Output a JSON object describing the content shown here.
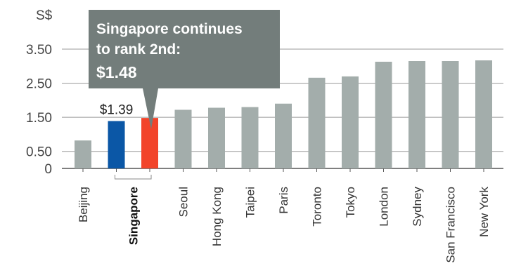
{
  "chart_data": {
    "type": "bar",
    "y_unit_label": "S$",
    "categories": [
      "Beijing",
      "Singapore",
      "",
      "Seoul",
      "Hong Kong",
      "Taipei",
      "Paris",
      "Toronto",
      "Tokyo",
      "London",
      "Sydney",
      "San Francisco",
      "New York"
    ],
    "values": [
      0.82,
      1.39,
      1.48,
      1.72,
      1.78,
      1.8,
      1.9,
      2.66,
      2.7,
      3.13,
      3.15,
      3.15,
      3.17
    ],
    "bar_colors": [
      "#a3adab",
      "#0b57a6",
      "#f2442a",
      "#a3adab",
      "#a3adab",
      "#a3adab",
      "#a3adab",
      "#a3adab",
      "#a3adab",
      "#a3adab",
      "#a3adab",
      "#a3adab",
      "#a3adab"
    ],
    "highlight_category": "Singapore",
    "ylim": [
      0,
      3.5
    ],
    "yticks": [
      "0",
      "0.50",
      "1.50",
      "2.50",
      "3.50"
    ],
    "ytick_values": [
      0,
      0.5,
      1.5,
      2.5,
      3.5
    ],
    "grid": true,
    "data_labels": [
      {
        "bar_index": 1,
        "text": "$1.39"
      }
    ],
    "callout": {
      "bar_index": 2,
      "lines": [
        "Singapore continues",
        "to rank 2nd:"
      ],
      "value": "$1.48",
      "background": "#737d7b"
    }
  }
}
